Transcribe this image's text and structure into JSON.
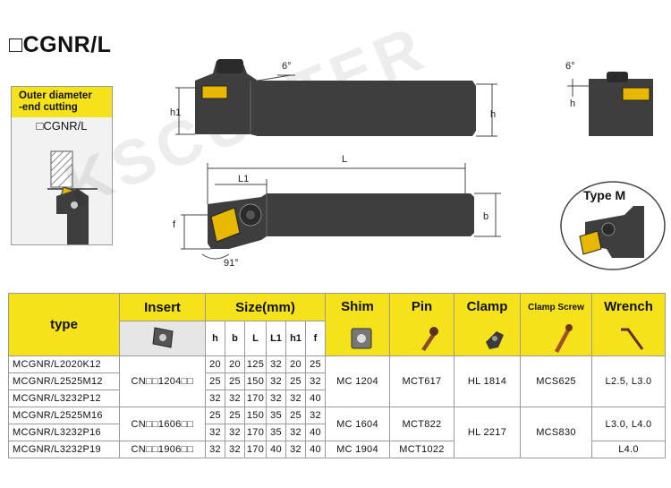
{
  "title": "□CGNR/L",
  "watermark": "KSCUTTER",
  "side_panel": {
    "header": "Outer diameter\n-end cutting",
    "code": "□CGNR/L"
  },
  "dimensions": {
    "top_angle": "6°",
    "side_angle": "6°",
    "h1": "h1",
    "h": "h",
    "h_side": "h",
    "L": "L",
    "L1": "L1",
    "f": "f",
    "b": "b",
    "approach_angle": "91°"
  },
  "type_m_label": "Type M",
  "colors": {
    "header_yellow": "#f6e21a",
    "insert_gold": "#e8b800",
    "tool_dark": "#3e3e3e"
  },
  "table": {
    "headers": {
      "type": "type",
      "insert": "Insert",
      "size": "Size(mm)",
      "shim": "Shim",
      "pin": "Pin",
      "clamp": "Clamp",
      "clamp_screw": "Clamp Screw",
      "wrench": "Wrench"
    },
    "size_cols": [
      "h",
      "b",
      "L",
      "L1",
      "h1",
      "f"
    ],
    "rows": [
      {
        "type": "MCGNR/L2020K12",
        "sizes": [
          "20",
          "20",
          "125",
          "32",
          "20",
          "25"
        ]
      },
      {
        "type": "MCGNR/L2525M12",
        "sizes": [
          "25",
          "25",
          "150",
          "32",
          "25",
          "32"
        ]
      },
      {
        "type": "MCGNR/L3232P12",
        "sizes": [
          "32",
          "32",
          "170",
          "32",
          "32",
          "40"
        ]
      },
      {
        "type": "MCGNR/L2525M16",
        "sizes": [
          "25",
          "25",
          "150",
          "35",
          "25",
          "32"
        ]
      },
      {
        "type": "MCGNR/L3232P16",
        "sizes": [
          "32",
          "32",
          "170",
          "35",
          "32",
          "40"
        ]
      },
      {
        "type": "MCGNR/L3232P19",
        "sizes": [
          "32",
          "32",
          "170",
          "40",
          "32",
          "40"
        ]
      }
    ],
    "groups": [
      {
        "insert": "CN□□1204□□",
        "shim": "MC 1204",
        "pin": "MCT617",
        "clamp": "HL 1814",
        "screw": "MCS625",
        "wrench": "L2.5, L3.0"
      },
      {
        "insert": "CN□□1606□□",
        "shim": "MC 1604",
        "pin": "MCT822",
        "clamp": "HL 2217",
        "screw": "MCS830",
        "wrench": "L3.0, L4.0"
      },
      {
        "insert": "CN□□1906□□",
        "shim": "MC 1904",
        "pin": "MCT1022",
        "wrench": "L4.0"
      }
    ]
  }
}
